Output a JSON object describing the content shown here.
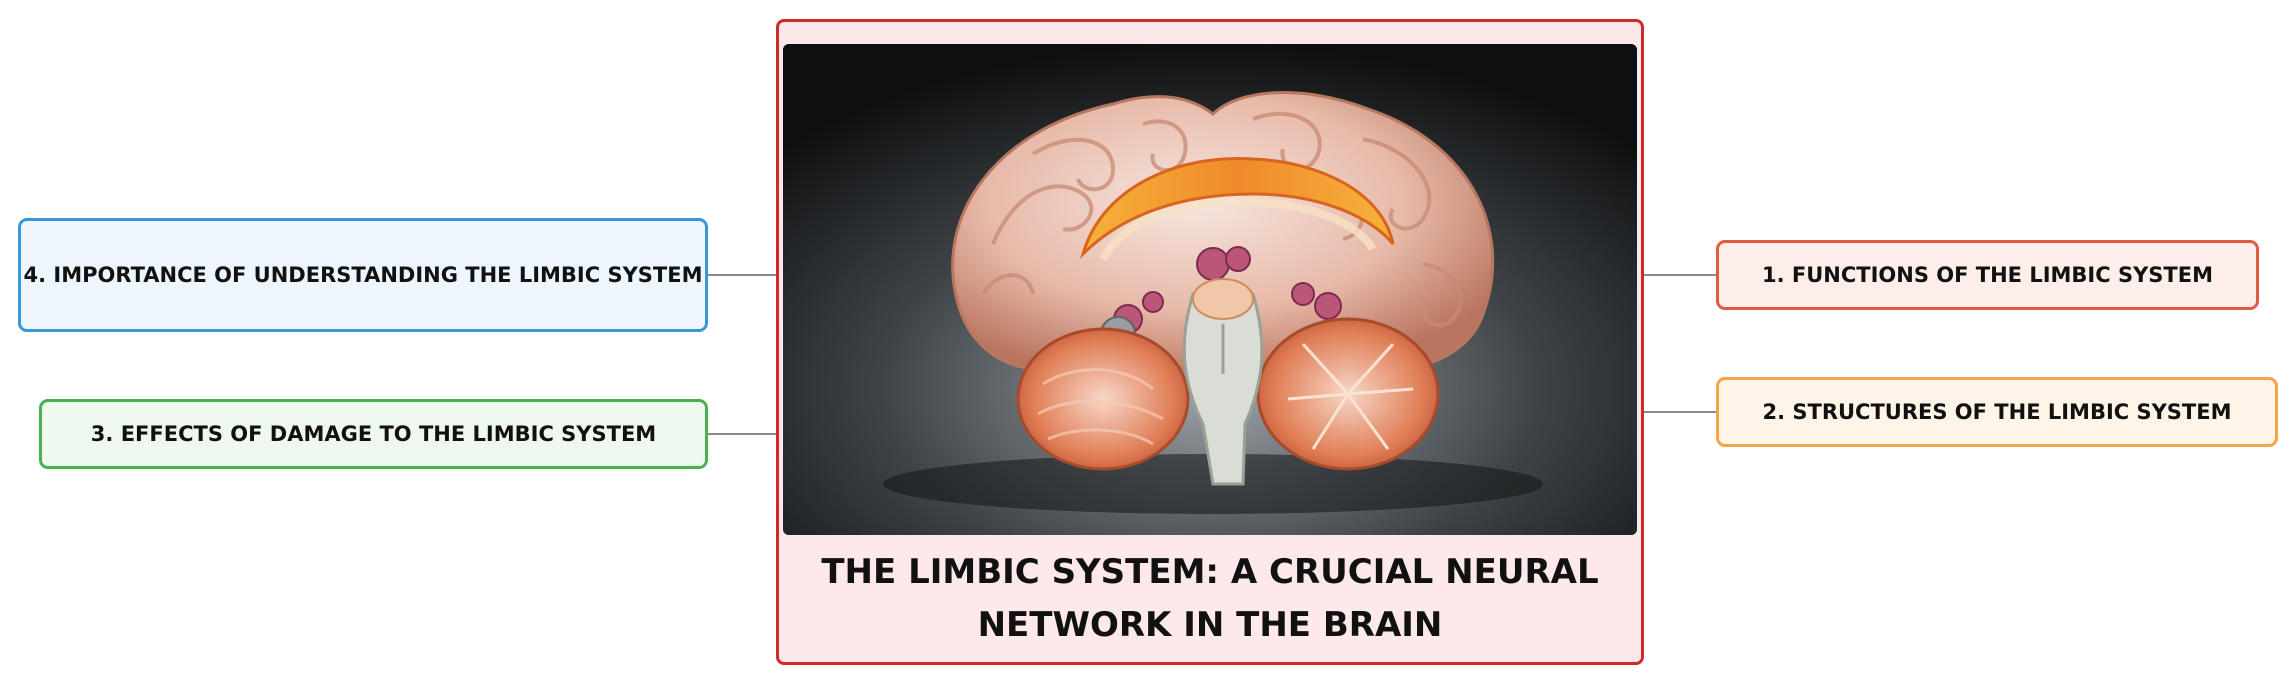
{
  "central_topic": {
    "title": "THE LIMBIC SYSTEM: A CRUCIAL NEURAL\nNETWORK IN THE BRAIN",
    "image_icon": "brain-illustration"
  },
  "subtopics": [
    {
      "label": "1. FUNCTIONS OF THE LIMBIC SYSTEM",
      "color": "#e05a44"
    },
    {
      "label": "2. STRUCTURES OF THE LIMBIC SYSTEM",
      "color": "#f3a54a"
    },
    {
      "label": "3. EFFECTS OF DAMAGE TO THE LIMBIC SYSTEM",
      "color": "#4caf50"
    },
    {
      "label": "4. IMPORTANCE OF UNDERSTANDING THE LIMBIC SYSTEM",
      "color": "#3a97d3"
    }
  ],
  "colors": {
    "central_border": "#cf2a2a",
    "central_fill": "#fde9e9",
    "connector": "#8a8a8a"
  }
}
